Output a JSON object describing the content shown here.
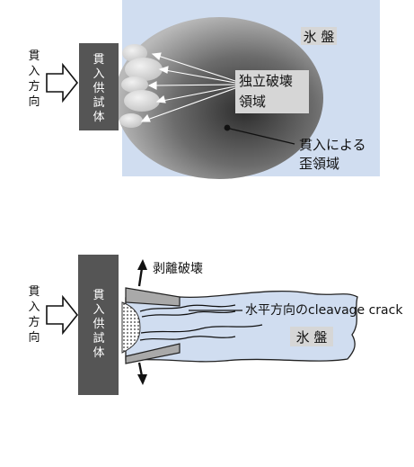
{
  "colors": {
    "ice": "#d0ddf0",
    "specimen": "#555555",
    "label_bg": "#d6d6d6",
    "line": "#111111"
  },
  "top": {
    "direction_label": [
      "貫",
      "入",
      "方",
      "向"
    ],
    "specimen_label": [
      "貫",
      "入",
      "供",
      "試",
      "体"
    ],
    "ice_label": "氷 盤",
    "independent_label_line1": "独立破壊",
    "independent_label_line2": "領域",
    "strain_label_line1": "貫入による",
    "strain_label_line2": "歪領域"
  },
  "bottom": {
    "direction_label": [
      "貫",
      "入",
      "方",
      "向"
    ],
    "specimen_label": [
      "貫",
      "入",
      "供",
      "試",
      "体"
    ],
    "spall_label": "剥離破壊",
    "cleavage_label": "水平方向のcleavage crack",
    "ice_label": "氷 盤"
  }
}
